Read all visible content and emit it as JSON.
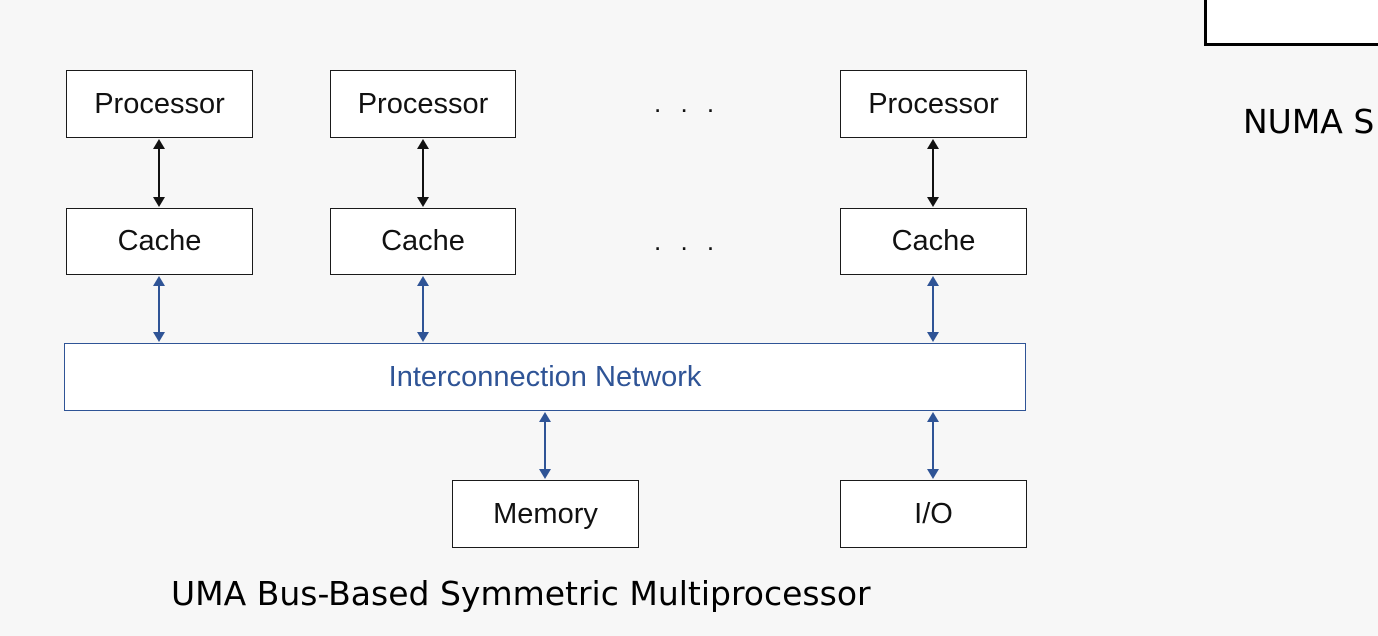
{
  "diagram": {
    "processors": [
      "Processor",
      "Processor",
      "Processor"
    ],
    "caches": [
      "Cache",
      "Cache",
      "Cache"
    ],
    "ellipsis": ". . .",
    "network_label": "Interconnection Network",
    "memory_label": "Memory",
    "io_label": "I/O",
    "caption": "UMA Bus-Based Symmetric Multiprocessor"
  },
  "side_panel": {
    "caption": "NUMA S"
  },
  "colors": {
    "box_border": "#1a1a1a",
    "bus_blue": "#2f5496",
    "background": "#f7f7f7"
  }
}
